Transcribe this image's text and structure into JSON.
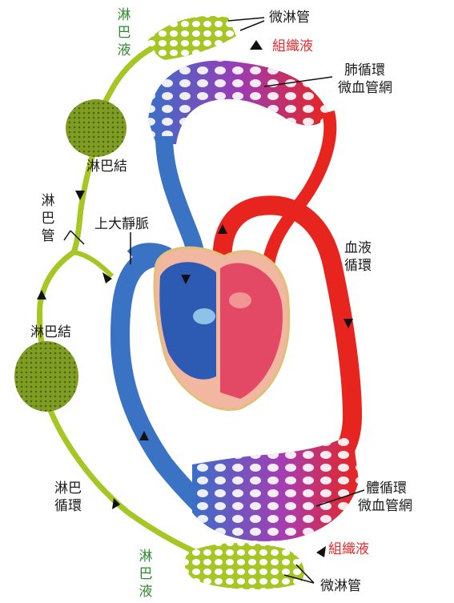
{
  "labels": {
    "lymph_fluid_top": "淋巴液",
    "lymph_capillary_top": "微淋管",
    "tissue_fluid_top": "組織液",
    "pulmonary_capillaries_1": "肺循環",
    "pulmonary_capillaries_2": "微血管網",
    "lymph_node_upper": "淋巴結",
    "lymph_vessel": "淋巴管",
    "superior_vena_cava": "上大靜脈",
    "blood_circulation_1": "血液",
    "blood_circulation_2": "循環",
    "lymph_node_lower": "淋巴結",
    "lymph_circulation_1": "淋巴",
    "lymph_circulation_2": "循環",
    "systemic_capillaries_1": "體循環",
    "systemic_capillaries_2": "微血管網",
    "lymph_fluid_bottom": "淋巴液",
    "tissue_fluid_bottom": "組織液",
    "lymph_capillary_bottom": "微淋管"
  },
  "colors": {
    "arterial": "#e8241f",
    "venous": "#3a72c4",
    "capillary_mix": "#a23bb6",
    "lymph": "#a5c623",
    "lymph_node": "#6e8c1a",
    "heart": "#e65a72",
    "label_red": "#e4292a",
    "label_green": "#2e8b2e"
  }
}
